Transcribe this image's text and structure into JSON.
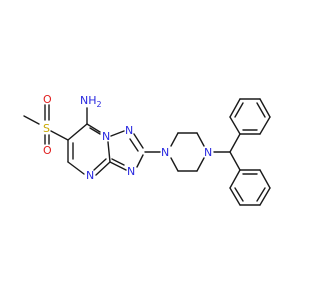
{
  "molecule": {
    "atom_labels": {
      "amine": "NH",
      "amine_subscript": "2",
      "sulfur": "S",
      "oxygen_top": "O",
      "oxygen_bottom": "O",
      "pyrimidine_n": "N",
      "bridgehead_n": "N",
      "triazole_n_top": "N",
      "triazole_n_bottom": "N",
      "piperazine_n_left": "N",
      "piperazine_n_right": "N"
    },
    "colors": {
      "nitrogen": "#2929e0",
      "oxygen": "#e01e1e",
      "sulfur": "#c9a800",
      "bond": "#1a1a1a"
    }
  }
}
